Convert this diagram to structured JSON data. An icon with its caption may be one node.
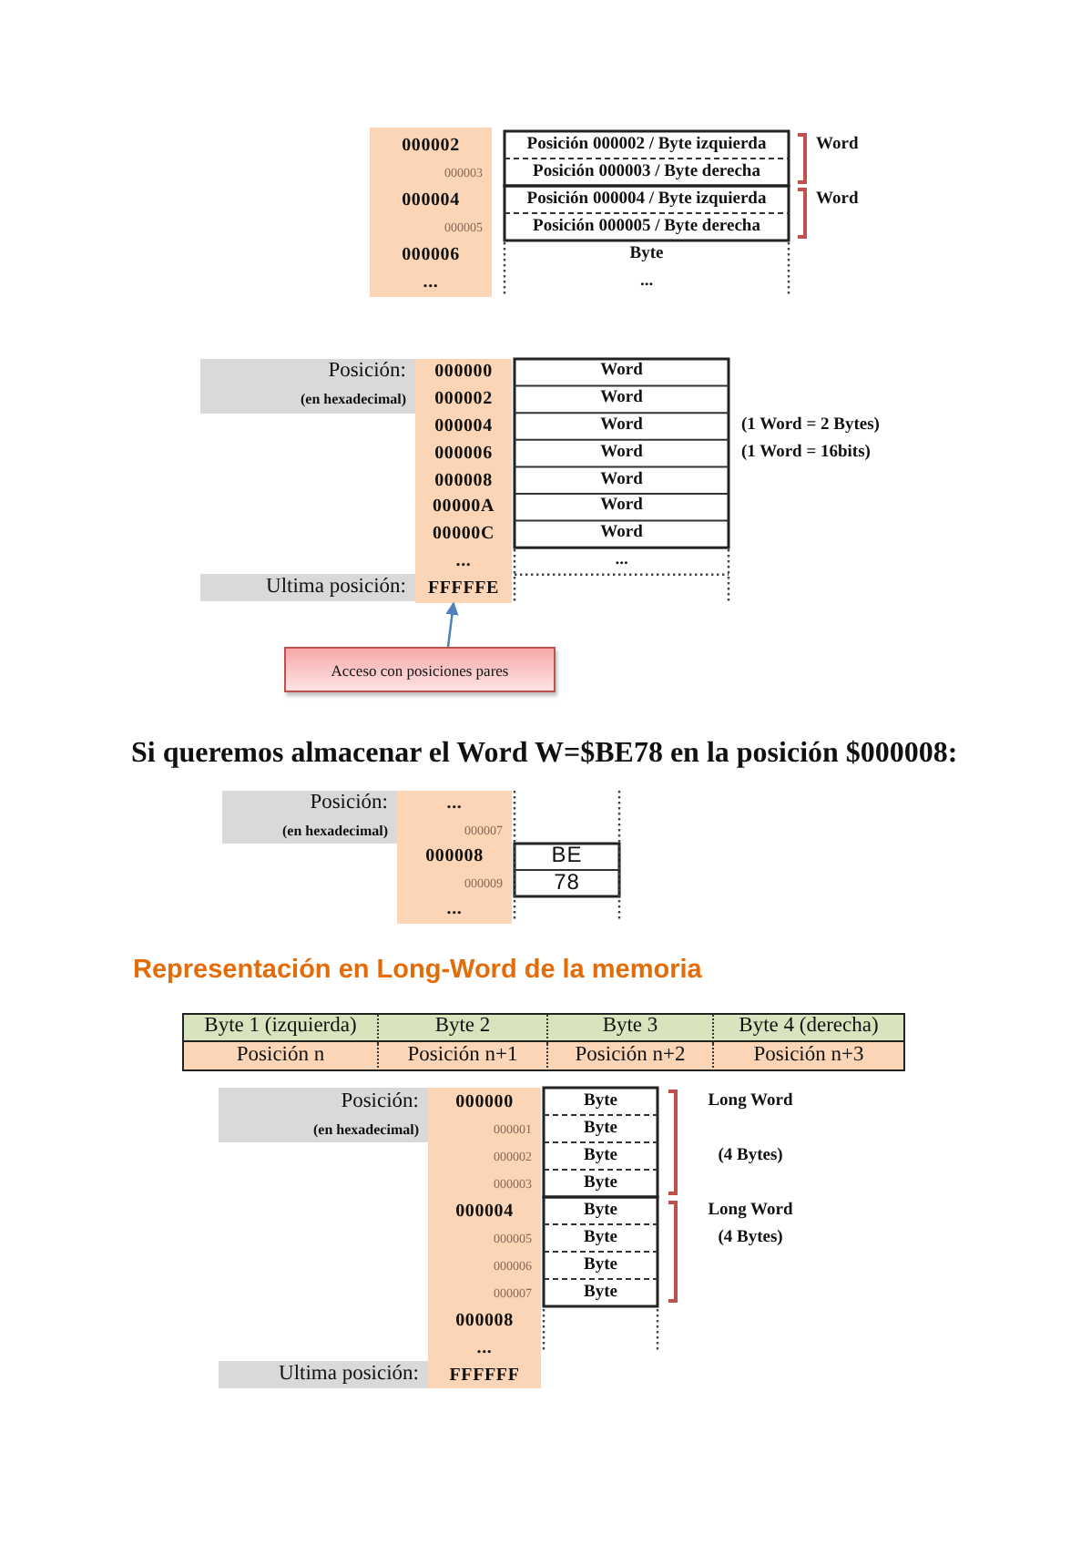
{
  "diagram": {
    "nodes": [
      {
        "text": [],
        "shape": "bar"
      },
      {
        "text": [
          "Acceso con posiciones pares"
        ]
      }
    ],
    "edges": [
      {
        "from": 1,
        "to": 0,
        "arrow": "to"
      }
    ],
    "labels": [
      "000002",
      "Posición 000002 / Byte izquierda",
      "Word",
      "000003",
      "Posición 000003 / Byte derecha",
      "000004",
      "Posición 000004 / Byte izquierda",
      "Word",
      "000005",
      "Posición 000005 / Byte derecha",
      "000006",
      "Byte",
      "...",
      "...",
      "Posición:",
      "000000",
      "Word",
      "(en hexadecimal)",
      "000002",
      "Word",
      "000004",
      "Word",
      "(1 Word = 2 Bytes)",
      "000006",
      "Word",
      "(1 Word = 16bits)",
      "000008",
      "Word",
      "00000A",
      "Word",
      "00000C",
      "Word",
      "...",
      "...",
      "Ultima posición:",
      "FFFFFE",
      "Si queremos almacenar el Word W=$BE78 en la posición $000008:",
      "Posición:",
      "...",
      "(en hexadecimal)",
      "000007",
      "000008",
      "BE",
      "000009",
      "78",
      "...",
      "Representación en Long-Word de la memoria",
      "Byte 1 (izquierda)",
      "Byte 2",
      "Byte 3",
      "Byte 4 (derecha)",
      "Posición n",
      "Posición n+1",
      "Posición n+2",
      "Posición n+3",
      "Posición:",
      "000000",
      "Byte",
      "Long Word",
      "(en hexadecimal)",
      "000001",
      "Byte",
      "000002",
      "Byte",
      "(4 Bytes)",
      "000003",
      "Byte",
      "000004",
      "Byte",
      "Long Word",
      "000005",
      "Byte",
      "(4 Bytes)",
      "000006",
      "Byte",
      "000007",
      "Byte",
      "000008",
      "...",
      "Ultima posición:",
      "FFFFFF"
    ]
  }
}
